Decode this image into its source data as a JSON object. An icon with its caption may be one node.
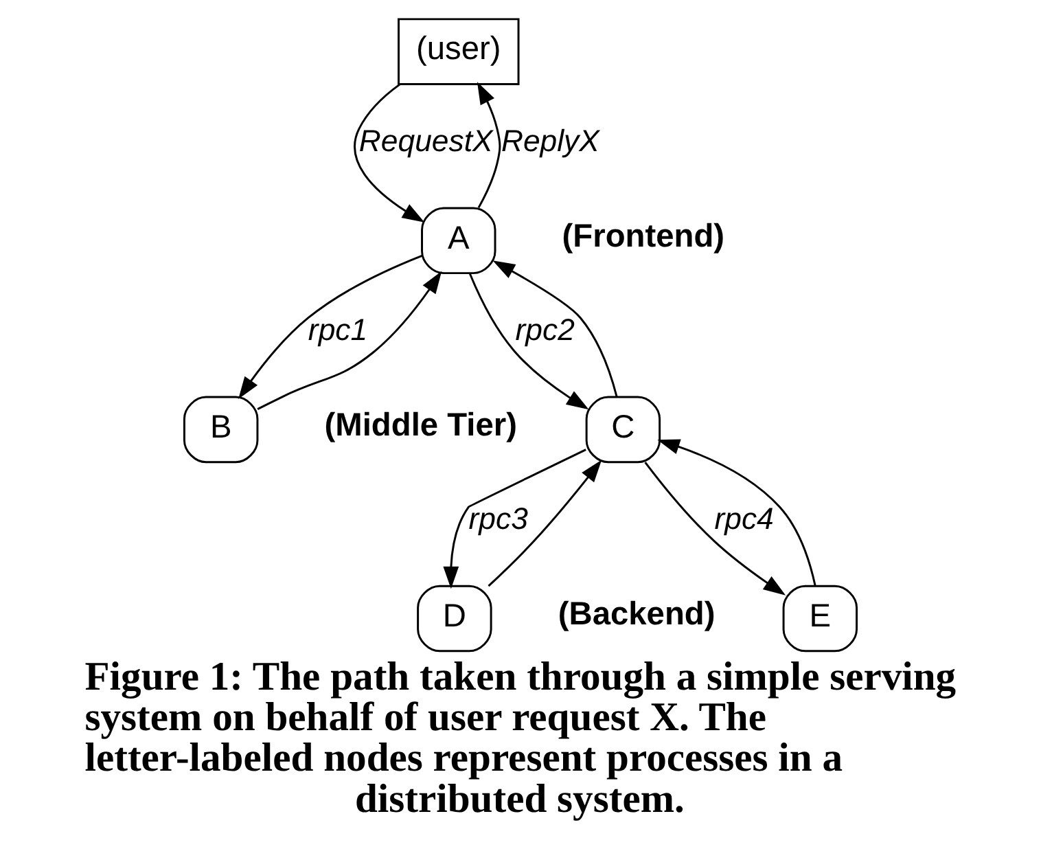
{
  "diagram": {
    "caption": "Figure 1: The path taken through a simple serving system on behalf of user request X. The letter-labeled nodes represent processes in a distributed system.",
    "nodes": [
      {
        "text": [
          "(user)"
        ]
      },
      {
        "text": [
          "A"
        ]
      },
      {
        "text": [
          "B"
        ]
      },
      {
        "text": [
          "C"
        ]
      },
      {
        "text": [
          "D"
        ]
      },
      {
        "text": [
          "E"
        ]
      }
    ],
    "edges": [
      {
        "from": 0,
        "to": 1,
        "arrow": "to",
        "label": "RequestX"
      },
      {
        "from": 1,
        "to": 0,
        "arrow": "to",
        "label": "ReplyX"
      },
      {
        "from": 1,
        "to": 2,
        "arrow": "to",
        "label": "rpc1"
      },
      {
        "from": 2,
        "to": 1,
        "arrow": "to"
      },
      {
        "from": 1,
        "to": 3,
        "arrow": "to",
        "label": "rpc2"
      },
      {
        "from": 3,
        "to": 1,
        "arrow": "to"
      },
      {
        "from": 3,
        "to": 4,
        "arrow": "to",
        "label": "rpc3"
      },
      {
        "from": 4,
        "to": 3,
        "arrow": "to"
      },
      {
        "from": 3,
        "to": 5,
        "arrow": "to",
        "label": "rpc4"
      },
      {
        "from": 5,
        "to": 3,
        "arrow": "to"
      }
    ],
    "labels": [
      "(Frontend)",
      "(Middle Tier)",
      "(Backend)"
    ]
  }
}
